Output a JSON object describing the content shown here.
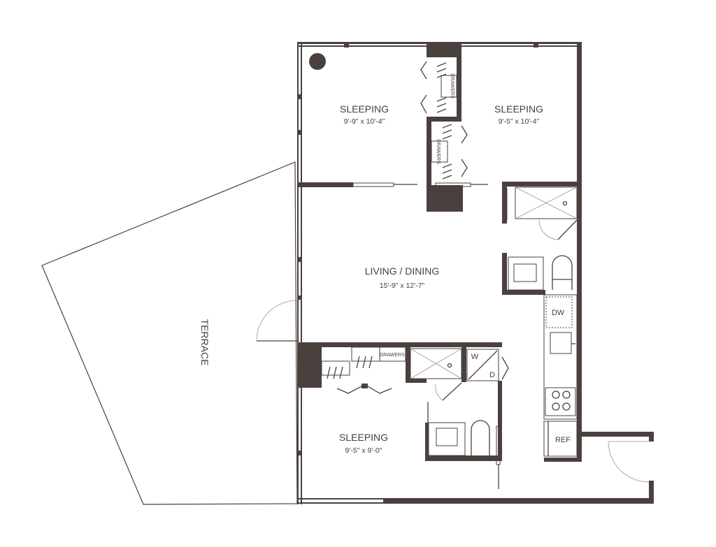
{
  "rooms": {
    "sleeping_1": {
      "name": "SLEEPING",
      "size": "9'-9\" x 10'-4\""
    },
    "sleeping_2": {
      "name": "SLEEPING",
      "size": "9'-5\" x 10'-4\""
    },
    "living": {
      "name": "LIVING / DINING",
      "size": "15'-9\" x 12'-7\""
    },
    "sleeping_3": {
      "name": "SLEEPING",
      "size": "9'-5\" x 9'-0\""
    },
    "terrace": {
      "name": "TERRACE"
    }
  },
  "fixtures": {
    "drawers": "DRAWERS",
    "dishwasher": "DW",
    "washer": "W",
    "dryer": "D",
    "refrigerator": "REF"
  },
  "colors": {
    "wall": "#4a403e"
  }
}
